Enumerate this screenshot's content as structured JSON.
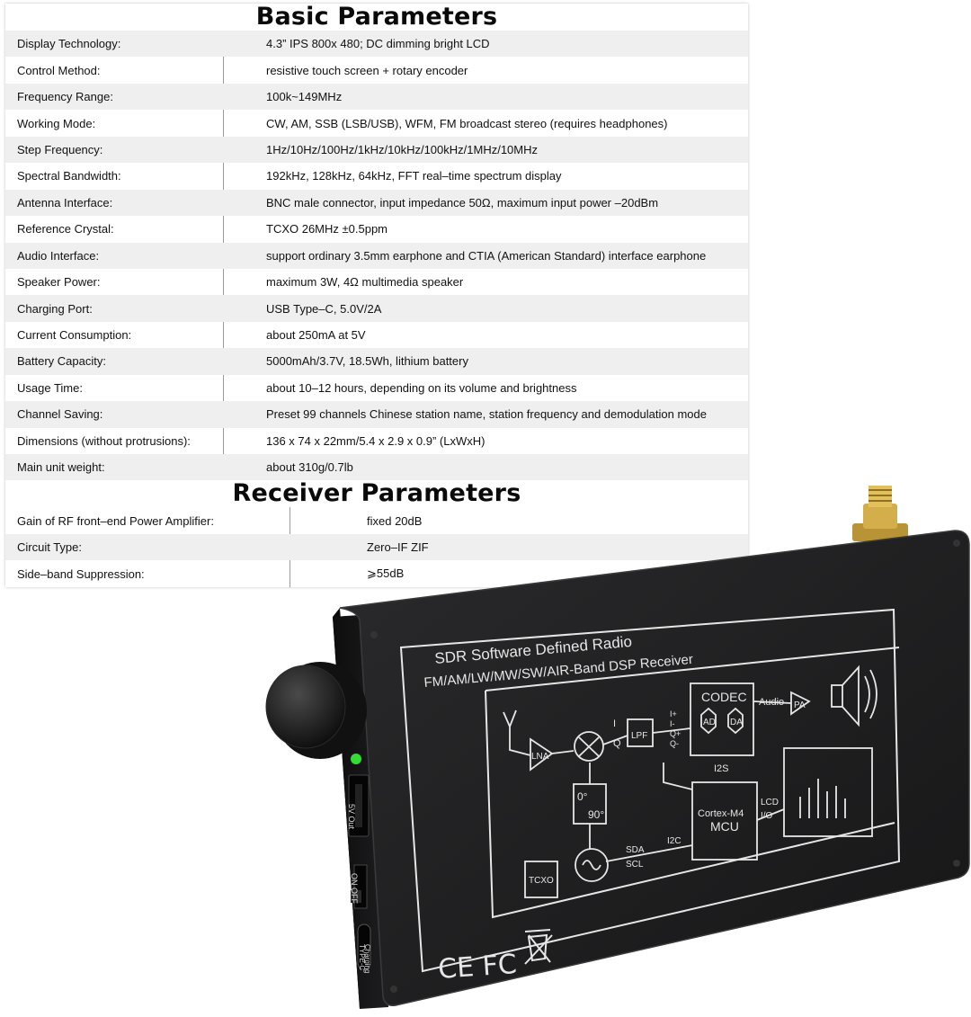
{
  "basic": {
    "title": "Basic Parameters",
    "rows": [
      {
        "label": "Display Technology:",
        "value": "4.3” IPS 800x 480;  DC dimming bright LCD"
      },
      {
        "label": "Control Method:",
        "value": "resistive touch screen + rotary encoder"
      },
      {
        "label": "Frequency Range:",
        "value": "100k~149MHz"
      },
      {
        "label": "Working Mode:",
        "value": "CW, AM, SSB (LSB/USB), WFM, FM broadcast stereo (requires headphones)"
      },
      {
        "label": "Step Frequency:",
        "value": "1Hz/10Hz/100Hz/1kHz/10kHz/100kHz/1MHz/10MHz"
      },
      {
        "label": "Spectral Bandwidth:",
        "value": "192kHz, 128kHz, 64kHz, FFT real–time spectrum display"
      },
      {
        "label": "Antenna Interface:",
        "value": "BNC male connector, input impedance 50Ω, maximum input power –20dBm"
      },
      {
        "label": "Reference Crystal:",
        "value": "TCXO 26MHz ±0.5ppm"
      },
      {
        "label": "Audio Interface:",
        "value": "support ordinary 3.5mm earphone and CTIA (American Standard) interface earphone"
      },
      {
        "label": "Speaker Power:",
        "value": "maximum 3W, 4Ω multimedia speaker"
      },
      {
        "label": "Charging Port:",
        "value": "USB Type–C, 5.0V/2A"
      },
      {
        "label": "Current Consumption:",
        "value": "about 250mA at 5V"
      },
      {
        "label": "Battery Capacity:",
        "value": "5000mAh/3.7V, 18.5Wh, lithium battery"
      },
      {
        "label": "Usage Time:",
        "value": "about 10–12 hours, depending on its volume and brightness"
      },
      {
        "label": "Channel Saving:",
        "value": "Preset 99 channels Chinese station name, station frequency and demodulation mode"
      },
      {
        "label": "Dimensions (without protrusions):",
        "value": "136 x 74 x 22mm/5.4 x 2.9 x 0.9” (LxWxH)"
      },
      {
        "label": "Main unit weight:",
        "value": "about 310g/0.7lb"
      }
    ]
  },
  "receiver": {
    "title": "Receiver Parameters",
    "rows": [
      {
        "label": "Gain of RF front–end Power Amplifier:",
        "value": "fixed 20dB"
      },
      {
        "label": "Circuit Type:",
        "value": "Zero–IF ZIF"
      },
      {
        "label": "Side–band Suppression:",
        "value": "⩾55dB"
      }
    ]
  },
  "device": {
    "title_line1": "SDR  Software Defined Radio",
    "title_line2": "FM/AM/LW/MW/SW/AIR-Band DSP Receiver",
    "codec": "CODEC",
    "ad": "AD",
    "da": "DA",
    "audio": "Audio",
    "pa": "PA",
    "lna": "LNA",
    "lpf": "LPF",
    "i": "I",
    "q": "Q",
    "iq_out": [
      "I+",
      "I-",
      "Q+",
      "Q-"
    ],
    "i2s": "I2S",
    "mcu1": "Cortex-M4",
    "mcu2": "MCU",
    "lcd": "LCD",
    "io": "I/O",
    "deg0": "0°",
    "deg90": "90°",
    "i2c": "I2C",
    "sda": "SDA",
    "scl": "SCL",
    "tcxo": "TCXO",
    "usb_label": "5V Out",
    "switch_label": "ON OFF",
    "typec_label1": "TYPE-C",
    "typec_label2": "Charging",
    "marks": "CE FC",
    "colors": {
      "body": "#1c1c1e",
      "silk": "#e6e6e6",
      "led": "#33dd33",
      "gold": "#c9a23a"
    }
  }
}
